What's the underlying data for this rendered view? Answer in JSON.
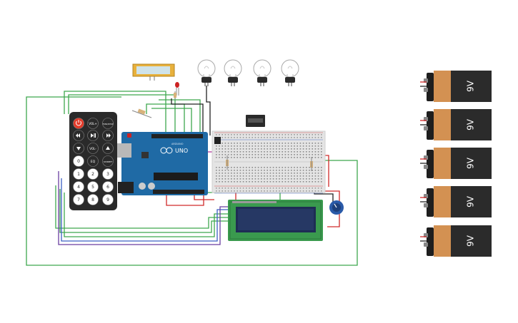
{
  "remote": {
    "vol_up": "VOL+",
    "func_stop": "FUNC/STOP",
    "vol_down": "VOL-",
    "eq": "EQ",
    "st_rept": "ST/REPT",
    "digits": [
      "0",
      "1",
      "2",
      "3",
      "4",
      "5",
      "6",
      "7",
      "8",
      "9"
    ]
  },
  "arduino": {
    "model": "UNO",
    "brand": "ARDUINO"
  },
  "battery": {
    "label": "9V",
    "count": 5
  },
  "bulbs": {
    "count": 4
  },
  "colors": {
    "wire_green": "#3ea84e",
    "wire_red": "#d02a2a",
    "wire_black": "#222222",
    "wire_blue": "#3b5fc4",
    "wire_purple": "#6a3fa0",
    "arduino_board": "#1f6aa5",
    "breadboard": "#e4e4e4",
    "lcd_board": "#3a9a4e",
    "lcd_screen": "#1e2d54",
    "battery_body": "#2b2b2b",
    "battery_label": "#d39152",
    "remote_body": "#2a2a2a",
    "power_button": "#e23b2a"
  }
}
